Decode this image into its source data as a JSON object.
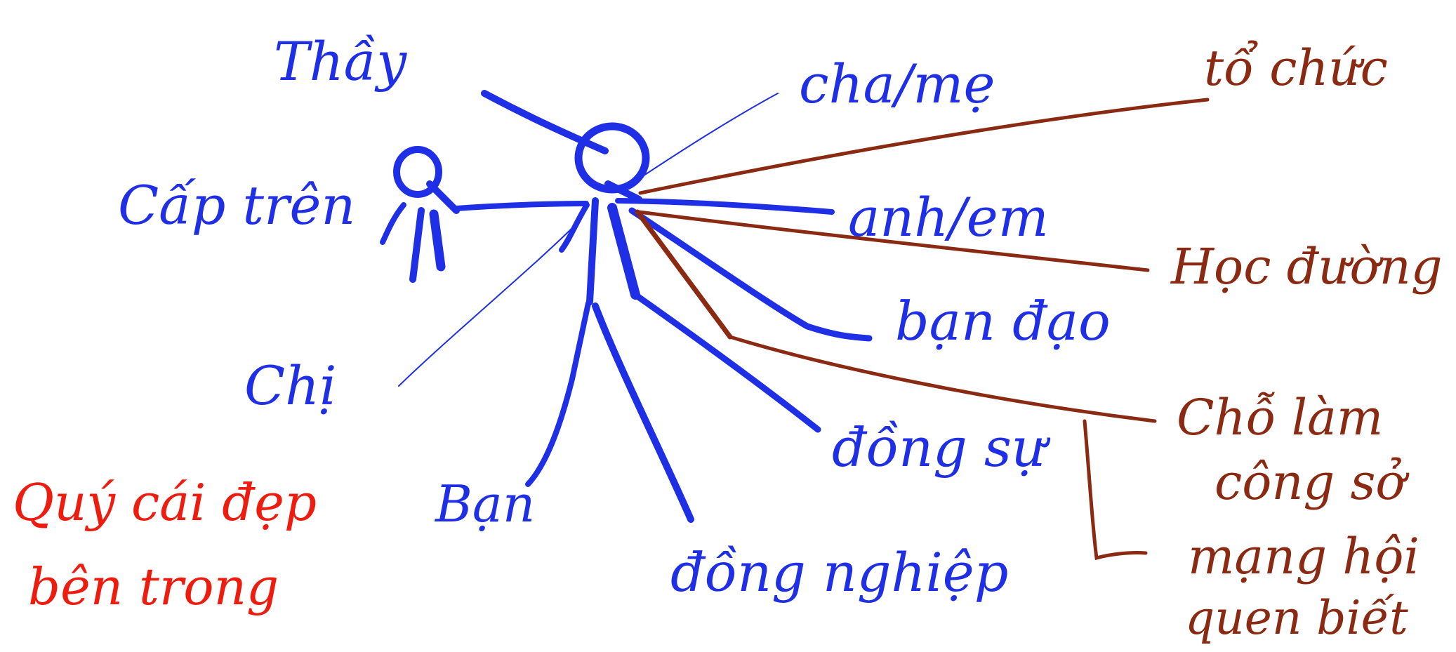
{
  "colors": {
    "blue": "#1f2fe6",
    "brown": "#8b2a12",
    "red": "#ee1c0e"
  },
  "labels": {
    "thay": "Thầy",
    "cap_tren": "Cấp trên",
    "chi": "Chị",
    "ban": "Bạn",
    "cha_me": "cha/mẹ",
    "anh_em": "anh/em",
    "ban_dao": "bạn đạo",
    "dong_su": "đồng sự",
    "dong_nghiep": "đồng nghiệp",
    "to_chuc": "tổ chức",
    "hoc_duong": "Học đường",
    "cho_lam": "Chỗ làm",
    "cong_so": "công sở",
    "mang_hoi": "mạng hội",
    "quen_biet": "quen biết",
    "quy_line1": "Quý cái đẹp",
    "quy_line2": "bên trong"
  }
}
